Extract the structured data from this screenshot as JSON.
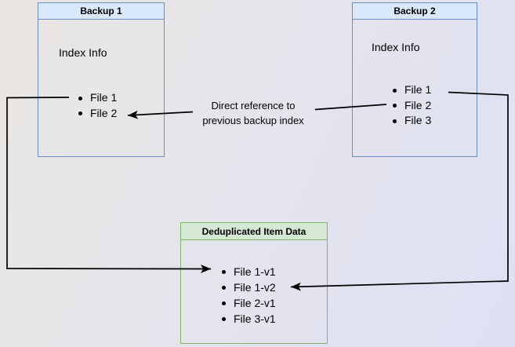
{
  "diagram": {
    "backup1": {
      "title": "Backup 1",
      "body_label": "Index Info",
      "items": [
        "File 1",
        "File 2"
      ]
    },
    "backup2": {
      "title": "Backup 2",
      "body_label": "Index Info",
      "items": [
        "File 1",
        "File 2",
        "File 3"
      ]
    },
    "dedup": {
      "title": "Deduplicated Item Data",
      "items": [
        "File 1-v1",
        "File 1-v2",
        "File 2-v1",
        "File 3-v1"
      ]
    },
    "annotation": {
      "line1": "Direct reference to",
      "line2": "previous backup index"
    },
    "colors": {
      "blue_fill": "#dae8fc",
      "blue_border": "#6c8ebf",
      "green_fill": "#d5e8d4",
      "green_border": "#82b366",
      "arrow": "#000000"
    }
  }
}
